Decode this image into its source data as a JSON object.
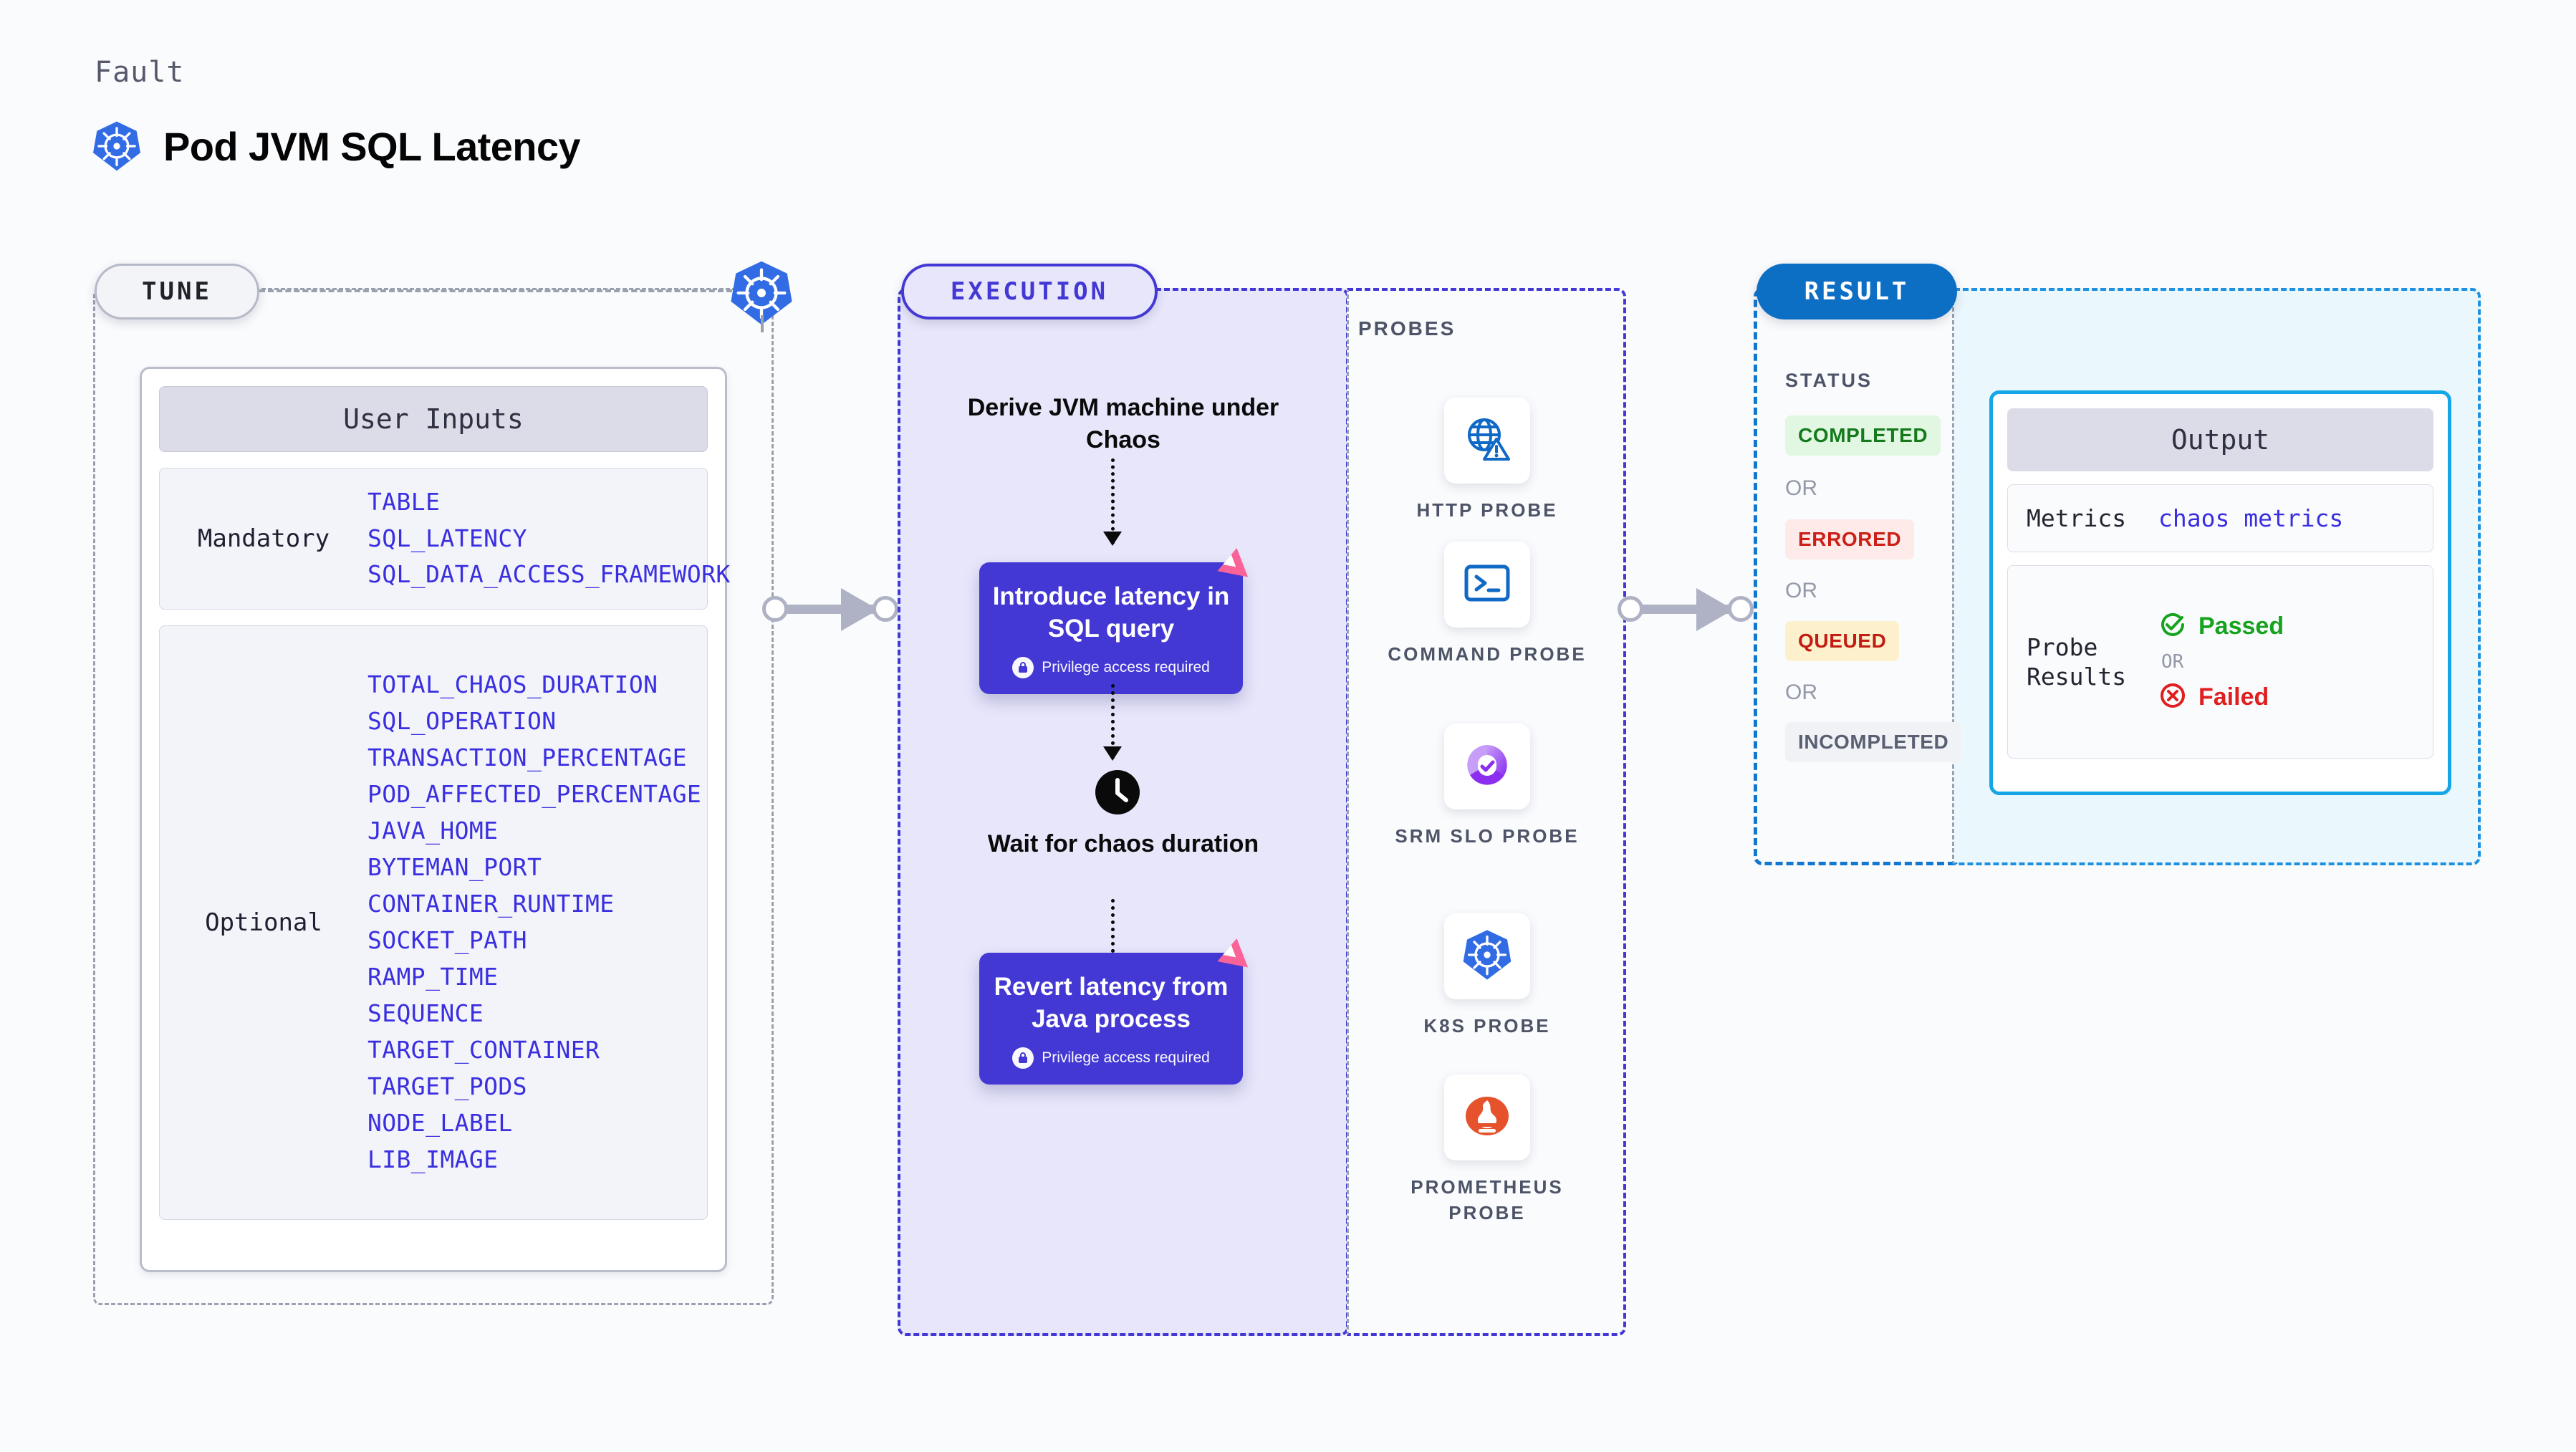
{
  "header": {
    "kicker": "Fault",
    "title": "Pod JVM SQL Latency",
    "icon": "kubernetes-icon"
  },
  "tune": {
    "badge": "TUNE",
    "card_title": "User Inputs",
    "groups": [
      {
        "label": "Mandatory",
        "params": [
          "TABLE",
          "SQL_LATENCY",
          "SQL_DATA_ACCESS_FRAMEWORK"
        ]
      },
      {
        "label": "Optional",
        "params": [
          "TOTAL_CHAOS_DURATION",
          "SQL_OPERATION",
          "TRANSACTION_PERCENTAGE",
          "POD_AFFECTED_PERCENTAGE",
          "JAVA_HOME",
          "BYTEMAN_PORT",
          "CONTAINER_RUNTIME",
          "SOCKET_PATH",
          "RAMP_TIME",
          "SEQUENCE",
          "TARGET_CONTAINER",
          "TARGET_PODS",
          "NODE_LABEL",
          "LIB_IMAGE"
        ]
      }
    ]
  },
  "execution": {
    "badge": "EXECUTION",
    "step1_text": "Derive JVM machine under Chaos",
    "card1": {
      "title": "Introduce latency in SQL query",
      "privilege": "Privilege access required"
    },
    "wait_text": "Wait for chaos duration",
    "card2": {
      "title": "Revert latency from Java process",
      "privilege": "Privilege access required"
    }
  },
  "probes": {
    "title": "PROBES",
    "items": [
      {
        "name": "HTTP PROBE",
        "icon": "globe-warning-icon"
      },
      {
        "name": "COMMAND PROBE",
        "icon": "terminal-icon"
      },
      {
        "name": "SRM SLO PROBE",
        "icon": "slo-gauge-icon"
      },
      {
        "name": "K8S PROBE",
        "icon": "kubernetes-icon"
      },
      {
        "name": "PROMETHEUS PROBE",
        "icon": "prometheus-icon"
      }
    ]
  },
  "result": {
    "badge": "RESULT",
    "status_title": "STATUS",
    "or": "OR",
    "statuses": [
      {
        "label": "COMPLETED",
        "bg": "#e1f7e2",
        "fg": "#147a1c"
      },
      {
        "label": "ERRORED",
        "bg": "#fdeae9",
        "fg": "#cb2018"
      },
      {
        "label": "QUEUED",
        "bg": "#fdf1cd",
        "fg": "#c31d13"
      },
      {
        "label": "INCOMPLETED",
        "bg": "#f1f2f6",
        "fg": "#5a6072"
      }
    ]
  },
  "output": {
    "card_title": "Output",
    "metrics_key": "Metrics",
    "metrics_value": "chaos metrics",
    "probe_results_key": "Probe Results",
    "passed": "Passed",
    "or": "OR",
    "failed": "Failed"
  },
  "colors": {
    "accent_purple": "#4338d4",
    "accent_blue": "#0d6fc4",
    "k8s_blue": "#326ce5",
    "pink": "#fa6398",
    "param_blue": "#3a2fe0",
    "page_bg": "#fafbfd"
  }
}
